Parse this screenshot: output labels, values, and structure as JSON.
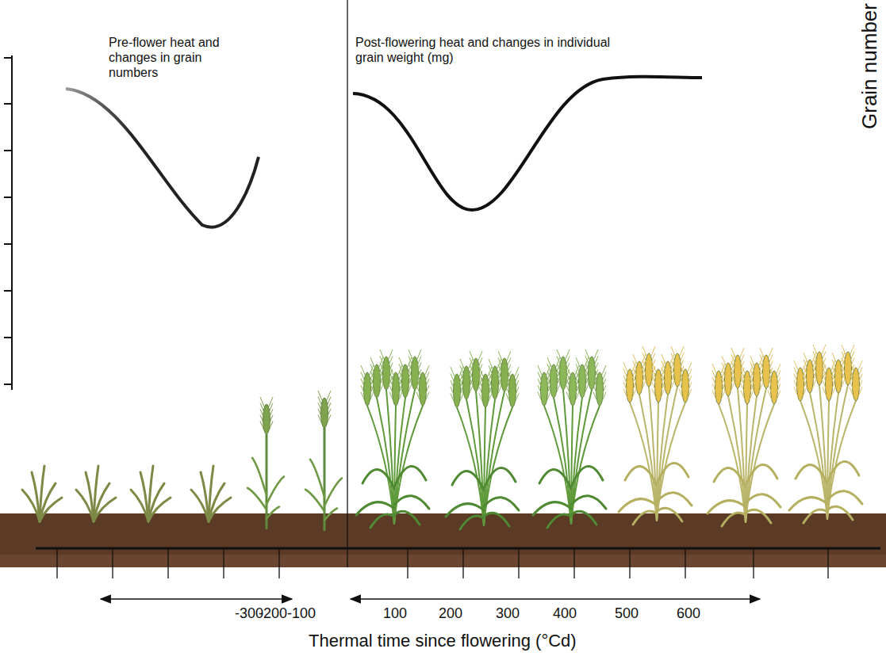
{
  "diagram": {
    "labels": [
      "Pre-flower heat and changes in grain numbers",
      "Post-flowering heat and changes in individual grain weight (mg)",
      "Grain number",
      "-300",
      "-200",
      "-100",
      "100",
      "200",
      "300",
      "400",
      "500",
      "600",
      "Thermal time since flowering (°Cd)"
    ]
  }
}
